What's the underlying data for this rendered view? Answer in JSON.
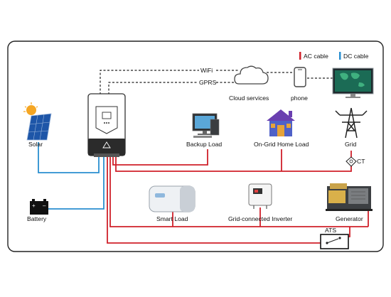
{
  "legend": {
    "ac_cable": "AC cable",
    "dc_cable": "DC cable"
  },
  "links": {
    "wifi": "WiFi",
    "gprs": "GPRS"
  },
  "nodes": {
    "cloud": "Cloud services",
    "phone": "phone",
    "solar": "Solar",
    "battery": "Battery",
    "backup_load": "Backup Load",
    "on_grid_home_load": "On-Grid Home Load",
    "grid": "Grid",
    "ct": "CT",
    "smart_load": "Smart Load",
    "grid_connected_inverter": "Grid-connected Inverter",
    "generator": "Generator",
    "ats": "ATS"
  },
  "colors": {
    "ac_cable": "#d0202a",
    "dc_cable": "#2a8fd0",
    "frame": "#222222",
    "communication": "#222222"
  },
  "icons": {
    "inverter": "hybrid-inverter-icon",
    "cloud": "cloud-icon",
    "phone": "smartphone-icon",
    "monitor": "monitor-icon",
    "solar": "solar-panel-icon",
    "battery": "battery-icon",
    "backup_load": "desktop-computer-icon",
    "home": "house-icon",
    "grid": "transmission-tower-icon",
    "ct": "current-transformer-icon",
    "smart_load": "water-heater-icon",
    "grid_inverter": "string-inverter-icon",
    "generator": "diesel-generator-icon",
    "ats": "transfer-switch-icon"
  }
}
